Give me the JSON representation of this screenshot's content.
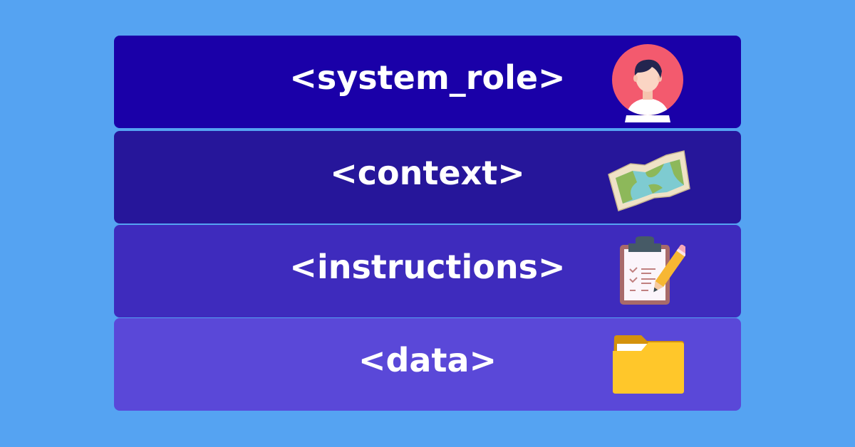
{
  "background": "#55a3f2",
  "layers": [
    {
      "label": "<system_role>",
      "color": "#1a00a8",
      "icon": "person-avatar-icon"
    },
    {
      "label": "<context>",
      "color": "#26169a",
      "icon": "map-icon"
    },
    {
      "label": "<instructions>",
      "color": "#3e2bbd",
      "icon": "clipboard-pencil-icon"
    },
    {
      "label": "<data>",
      "color": "#5a48d8",
      "icon": "folder-icon"
    }
  ]
}
